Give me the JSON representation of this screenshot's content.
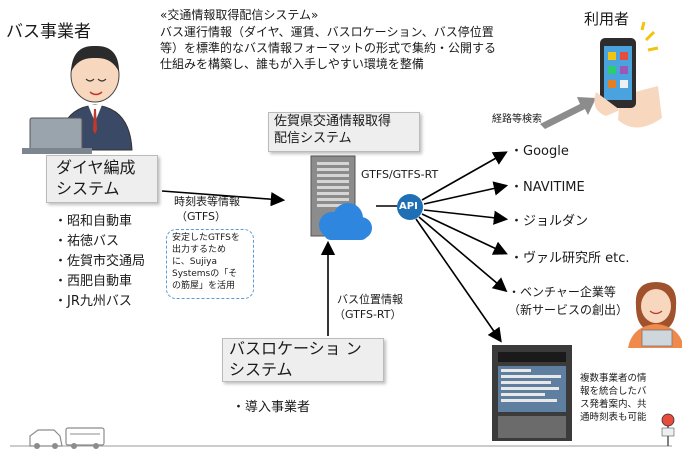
{
  "title_block": {
    "heading": "«交通情報取得配信システム»",
    "body_lines": [
      "バス運行情報（ダイヤ、運賃、バスロケーション、バス停位置",
      "等）を標準的なバス情報フォーマットの形式で集約・公開する",
      "仕組みを構築し、誰もが入手しやすい環境を整備"
    ]
  },
  "operators": {
    "label": "バス事業者",
    "diagram_box_lines": [
      "ダイヤ編成",
      "システム"
    ],
    "companies": [
      "・昭和自動車",
      "・祐徳バス",
      "・佐賀市交通局",
      "・西肥自動車",
      "・JR九州バス"
    ]
  },
  "timetable_arrow": {
    "label_lines": [
      "時刻表等情報",
      "（GTFS）"
    ],
    "note_lines": [
      "安定したGTFSを",
      "出力するため",
      "に、Sujiya",
      "Systemsの「そ",
      "の筋屋」を活用"
    ]
  },
  "central_system": {
    "label_lines": [
      "佐賀県交通情報取得",
      "配信システム"
    ],
    "output_label": "GTFS/GTFS-RT",
    "api_label": "API"
  },
  "bus_location": {
    "arrow_label_lines": [
      "バス位置情報",
      "（GTFS-RT）"
    ],
    "box_lines": [
      "バスロケーショ ン",
      "システム"
    ],
    "sub_item": "・導入事業者"
  },
  "users": {
    "label": "利用者",
    "route_search_label": "経路等検索"
  },
  "destinations": [
    "・Google",
    "・NAVITIME",
    "・ジョルダン",
    "・ヴァル研究所 etc.",
    "・ベンチャー企業等",
    "（新サービスの創出）"
  ],
  "signage_note_lines": [
    "複数事業者の情",
    "報を統合したバ",
    "ス発着案内、共",
    "通時刻表も可能"
  ],
  "colors": {
    "box_fill": "#eeeeee",
    "arrow": "#000000",
    "api_fill": "#1f6fb5",
    "cloud": "#2e86de",
    "server": "#8c8c8c",
    "note_border": "#5b9bd5",
    "route_arrow": "#8c8c8c"
  }
}
